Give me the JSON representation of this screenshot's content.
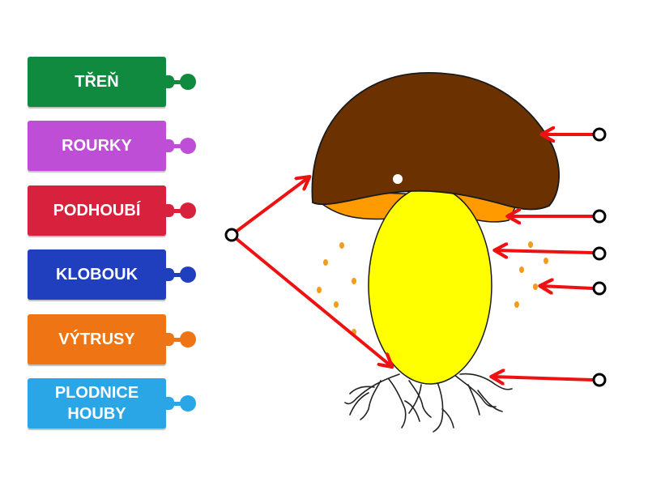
{
  "labels": [
    {
      "text": "TŘEŇ",
      "color": "#0f8a3e"
    },
    {
      "text": "ROURKY",
      "color": "#bf4ed6"
    },
    {
      "text": "PODHOUBÍ",
      "color": "#d7213d"
    },
    {
      "text": "KLOBOUK",
      "color": "#1f3fbf"
    },
    {
      "text": "VÝTRUSY",
      "color": "#ef7414"
    },
    {
      "text": "PLODNICE\nHOUBY",
      "color": "#2aa5e6"
    }
  ],
  "colors": {
    "cap": "#6b3200",
    "gills": "#ff9a00",
    "stem": "#ffff00",
    "spores": "#f39c1a",
    "arrow": "#ee1111",
    "roots": "#222222"
  }
}
